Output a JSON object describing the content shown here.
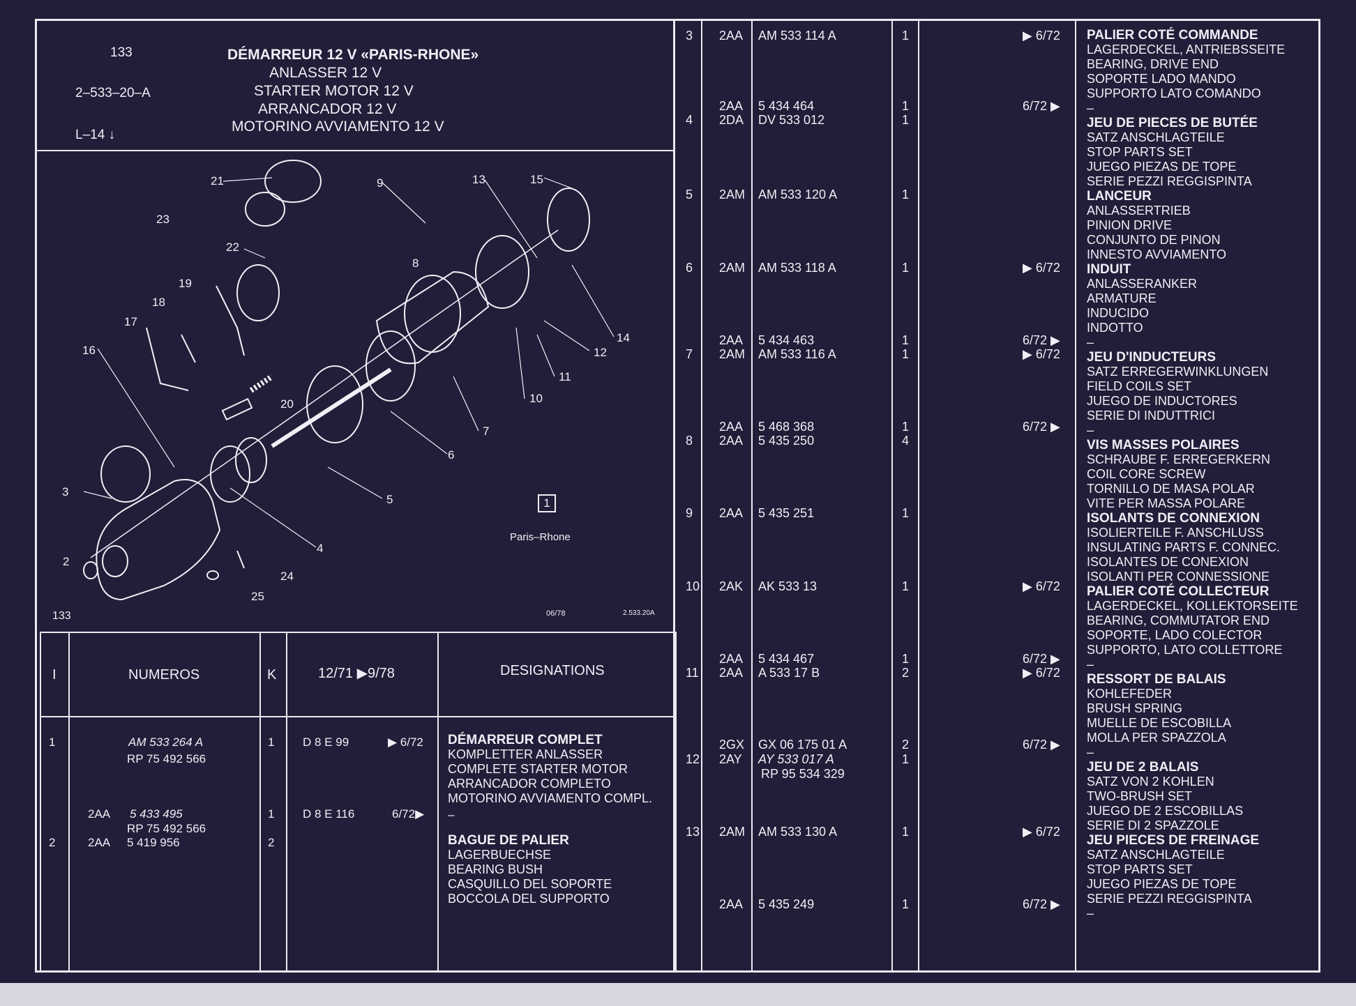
{
  "header": {
    "page_no": "133",
    "part_ref": "2–533–20–A",
    "level": "L–14",
    "title_fr": "DÉMARREUR 12 V «PARIS-RHONE»",
    "title_de": "ANLASSER 12 V",
    "title_en": "STARTER MOTOR 12 V",
    "title_es": "ARRANCADOR 12 V",
    "title_it": "MOTORINO AVVIAMENTO 12 V"
  },
  "diagram": {
    "callouts": [
      "21",
      "23",
      "22",
      "9",
      "13",
      "15",
      "8",
      "19",
      "18",
      "17",
      "16",
      "14",
      "12",
      "11",
      "10",
      "20",
      "7",
      "6",
      "5",
      "3",
      "4",
      "2",
      "24",
      "25"
    ],
    "maker_label": "Paris–Rhone",
    "figure_no": "1",
    "footer_left": "133",
    "date_code": "06/78",
    "drawing_ref": "2.533.20A"
  },
  "table_header": {
    "col_i": "I",
    "col_numeros": "NUMEROS",
    "col_k": "K",
    "col_dates": "12/71 ▶9/78",
    "col_designations": "DESIGNATIONS"
  },
  "left_rows": [
    {
      "item": "1",
      "code": "",
      "numbers": [
        "AM 533 264 A",
        "RP 75 492 566"
      ],
      "qty": "1",
      "ref": "D 8 E 99",
      "date": "▶ 6/72",
      "designation": [
        "DÉMARREUR COMPLET",
        "KOMPLETTER ANLASSER",
        "COMPLETE STARTER MOTOR",
        "ARRANCADOR COMPLETO",
        "MOTORINO AVVIAMENTO COMPL."
      ]
    },
    {
      "item": "",
      "code": "2AA",
      "numbers": [
        "5 433 495",
        "RP 75 492 566"
      ],
      "qty": "1",
      "ref": "D 8 E 116",
      "date": "6/72▶",
      "designation": [
        "–"
      ]
    },
    {
      "item": "2",
      "code": "2AA",
      "numbers": [
        "5 419 956"
      ],
      "qty": "2",
      "ref": "",
      "date": "",
      "designation": [
        "BAGUE DE PALIER",
        "LAGERBUECHSE",
        "BEARING BUSH",
        "CASQUILLO DEL SOPORTE",
        "BOCCOLA DEL SUPPORTO"
      ]
    }
  ],
  "right_rows": [
    {
      "item": "3",
      "codes": [
        "2AA"
      ],
      "numbers": [
        "AM 533 114 A"
      ],
      "qty": [
        "1"
      ],
      "date": [
        "▶ 6/72"
      ]
    },
    {
      "item": "",
      "codes": [
        "2AA"
      ],
      "numbers": [
        "5 434 464"
      ],
      "qty": [
        "1"
      ],
      "date": [
        "6/72 ▶"
      ]
    },
    {
      "item": "4",
      "codes": [
        "2DA"
      ],
      "numbers": [
        "DV 533 012"
      ],
      "qty": [
        "1"
      ],
      "date": [
        ""
      ]
    },
    {
      "item": "5",
      "codes": [
        "2AM"
      ],
      "numbers": [
        "AM 533 120 A"
      ],
      "qty": [
        "1"
      ],
      "date": [
        ""
      ]
    },
    {
      "item": "6",
      "codes": [
        "2AM"
      ],
      "numbers": [
        "AM 533 118 A"
      ],
      "qty": [
        "1"
      ],
      "date": [
        "▶ 6/72"
      ]
    },
    {
      "item": "",
      "codes": [
        "2AA"
      ],
      "numbers": [
        "5 434 463"
      ],
      "qty": [
        "1"
      ],
      "date": [
        "6/72 ▶"
      ]
    },
    {
      "item": "7",
      "codes": [
        "2AM"
      ],
      "numbers": [
        "AM 533 116 A"
      ],
      "qty": [
        "1"
      ],
      "date": [
        "▶ 6/72"
      ]
    },
    {
      "item": "",
      "codes": [
        "2AA"
      ],
      "numbers": [
        "5 468 368"
      ],
      "qty": [
        "1"
      ],
      "date": [
        "6/72 ▶"
      ]
    },
    {
      "item": "8",
      "codes": [
        "2AA"
      ],
      "numbers": [
        "5 435 250"
      ],
      "qty": [
        "4"
      ],
      "date": [
        ""
      ]
    },
    {
      "item": "9",
      "codes": [
        "2AA"
      ],
      "numbers": [
        "5 435 251"
      ],
      "qty": [
        "1"
      ],
      "date": [
        ""
      ]
    },
    {
      "item": "10",
      "codes": [
        "2AK"
      ],
      "numbers": [
        "AK 533   13"
      ],
      "qty": [
        "1"
      ],
      "date": [
        "▶ 6/72"
      ]
    },
    {
      "item": "",
      "codes": [
        "2AA"
      ],
      "numbers": [
        "5 434 467"
      ],
      "qty": [
        "1"
      ],
      "date": [
        "6/72 ▶"
      ]
    },
    {
      "item": "11",
      "codes": [
        "2AA"
      ],
      "numbers": [
        "A 533   17 B"
      ],
      "qty": [
        "2"
      ],
      "date": [
        "▶ 6/72"
      ]
    },
    {
      "item": "",
      "codes": [
        "2GX"
      ],
      "numbers": [
        "GX 06 175 01 A"
      ],
      "qty": [
        "2"
      ],
      "date": [
        "6/72 ▶"
      ]
    },
    {
      "item": "12",
      "codes": [
        "2AY"
      ],
      "numbers": [
        "AY 533 017 A",
        "RP 95 534 329"
      ],
      "qty": [
        "1"
      ],
      "date": [
        ""
      ]
    },
    {
      "item": "13",
      "codes": [
        "2AM"
      ],
      "numbers": [
        "AM 533 130 A"
      ],
      "qty": [
        "1"
      ],
      "date": [
        "▶ 6/72"
      ]
    },
    {
      "item": "",
      "codes": [
        "2AA"
      ],
      "numbers": [
        "5 435 249"
      ],
      "qty": [
        "1"
      ],
      "date": [
        "6/72 ▶"
      ]
    }
  ],
  "designations_right": [
    {
      "bold": true,
      "text": "PALIER COTÉ COMMANDE"
    },
    {
      "bold": false,
      "text": "LAGERDECKEL, ANTRIEBSSEITE"
    },
    {
      "bold": false,
      "text": "BEARING, DRIVE END"
    },
    {
      "bold": false,
      "text": "SOPORTE LADO MANDO"
    },
    {
      "bold": false,
      "text": "SUPPORTO LATO COMANDO"
    },
    {
      "bold": false,
      "text": "–"
    },
    {
      "bold": true,
      "text": "JEU DE PIECES DE BUTÉE"
    },
    {
      "bold": false,
      "text": "SATZ ANSCHLAGTEILE"
    },
    {
      "bold": false,
      "text": "STOP PARTS SET"
    },
    {
      "bold": false,
      "text": "JUEGO PIEZAS DE TOPE"
    },
    {
      "bold": false,
      "text": "SERIE PEZZI REGGISPINTA"
    },
    {
      "bold": true,
      "text": "LANCEUR"
    },
    {
      "bold": false,
      "text": "ANLASSERTRIEB"
    },
    {
      "bold": false,
      "text": "PINION DRIVE"
    },
    {
      "bold": false,
      "text": "CONJUNTO DE PINON"
    },
    {
      "bold": false,
      "text": "INNESTO AVVIAMENTO"
    },
    {
      "bold": true,
      "text": "INDUIT"
    },
    {
      "bold": false,
      "text": "ANLASSERANKER"
    },
    {
      "bold": false,
      "text": "ARMATURE"
    },
    {
      "bold": false,
      "text": "INDUCIDO"
    },
    {
      "bold": false,
      "text": "INDOTTO"
    },
    {
      "bold": false,
      "text": "–"
    },
    {
      "bold": true,
      "text": "JEU D'INDUCTEURS"
    },
    {
      "bold": false,
      "text": "SATZ ERREGERWINKLUNGEN"
    },
    {
      "bold": false,
      "text": "FIELD COILS SET"
    },
    {
      "bold": false,
      "text": "JUEGO DE INDUCTORES"
    },
    {
      "bold": false,
      "text": "SERIE DI INDUTTRICI"
    },
    {
      "bold": false,
      "text": "–"
    },
    {
      "bold": true,
      "text": "VIS MASSES POLAIRES"
    },
    {
      "bold": false,
      "text": "SCHRAUBE F. ERREGERKERN"
    },
    {
      "bold": false,
      "text": "COIL CORE SCREW"
    },
    {
      "bold": false,
      "text": "TORNILLO DE MASA POLAR"
    },
    {
      "bold": false,
      "text": "VITE PER MASSA POLARE"
    },
    {
      "bold": true,
      "text": "ISOLANTS DE CONNEXION"
    },
    {
      "bold": false,
      "text": "ISOLIERTEILE F. ANSCHLUSS"
    },
    {
      "bold": false,
      "text": "INSULATING PARTS F. CONNEC."
    },
    {
      "bold": false,
      "text": "ISOLANTES DE CONEXION"
    },
    {
      "bold": false,
      "text": "ISOLANTI PER CONNESSIONE"
    },
    {
      "bold": true,
      "text": "PALIER  COTÉ COLLECTEUR"
    },
    {
      "bold": false,
      "text": "LAGERDECKEL, KOLLEKTORSEITE"
    },
    {
      "bold": false,
      "text": "BEARING,  COMMUTATOR END"
    },
    {
      "bold": false,
      "text": "SOPORTE, LADO COLECTOR"
    },
    {
      "bold": false,
      "text": "SUPPORTO, LATO COLLETTORE"
    },
    {
      "bold": false,
      "text": "–"
    },
    {
      "bold": true,
      "text": "RESSORT DE BALAIS"
    },
    {
      "bold": false,
      "text": "KOHLEFEDER"
    },
    {
      "bold": false,
      "text": "BRUSH SPRING"
    },
    {
      "bold": false,
      "text": "MUELLE DE ESCOBILLA"
    },
    {
      "bold": false,
      "text": "MOLLA PER SPAZZOLA"
    },
    {
      "bold": false,
      "text": "–"
    },
    {
      "bold": true,
      "text": "JEU DE 2 BALAIS"
    },
    {
      "bold": false,
      "text": "SATZ VON 2 KOHLEN"
    },
    {
      "bold": false,
      "text": "TWO-BRUSH SET"
    },
    {
      "bold": false,
      "text": "JUEGO DE 2 ESCOBILLAS"
    },
    {
      "bold": false,
      "text": "SERIE DI 2 SPAZZOLE"
    },
    {
      "bold": true,
      "text": "JEU PIECES DE FREINAGE"
    },
    {
      "bold": false,
      "text": "SATZ ANSCHLAGTEILE"
    },
    {
      "bold": false,
      "text": "STOP PARTS SET"
    },
    {
      "bold": false,
      "text": "JUEGO PIEZAS DE TOPE"
    },
    {
      "bold": false,
      "text": "SERIE PEZZI REGGISPINTA"
    },
    {
      "bold": false,
      "text": "–"
    }
  ]
}
